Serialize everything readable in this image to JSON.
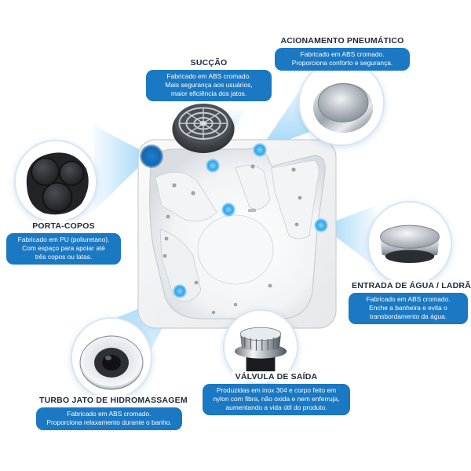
{
  "callouts": {
    "succao": {
      "title": "SUCÇÃO",
      "lines": [
        "Fabricado em ABS cromado.",
        "Mais segurança aos usuários,",
        "maior eficiência dos jatos."
      ],
      "icon": "suction-grate-icon"
    },
    "acionamento": {
      "title": "ACIONAMENTO PNEUMÁTICO",
      "lines": [
        "Fabricado em ABS cromado.",
        "Proporciona conforto e segurança."
      ],
      "icon": "pneumatic-button-icon"
    },
    "porta_copos": {
      "title": "PORTA-COPOS",
      "lines": [
        "Fabricado em PU (poliuretano).",
        "Com espaço para apoiar até",
        "três copos ou latas."
      ],
      "icon": "cup-holder-icon"
    },
    "entrada": {
      "title": "ENTRADA DE ÁGUA / LADRÃO",
      "lines": [
        "Fabricado em ABS cromado.",
        "Enche a banheira e evita o",
        "transbordamento da água."
      ],
      "icon": "water-inlet-icon"
    },
    "valvula": {
      "title": "VÁLVULA DE SAÍDA",
      "lines": [
        "Produzidas em inox 304 e corpo feito em",
        "nylon com fibra, não oxida e nem enferruja,",
        "aumentando a vida útil do produto."
      ],
      "icon": "drain-valve-icon"
    },
    "turbo": {
      "title": "TURBO JATO DE HIDROMASSAGEM",
      "lines": [
        "Fabricado em ABS cromado.",
        "Proporciona relaxamento durante o banho."
      ],
      "icon": "massage-jet-icon"
    }
  },
  "colors": {
    "accent": "#1b78c2",
    "title_text": "#1f2a36",
    "beam": "#4fb3f2"
  }
}
